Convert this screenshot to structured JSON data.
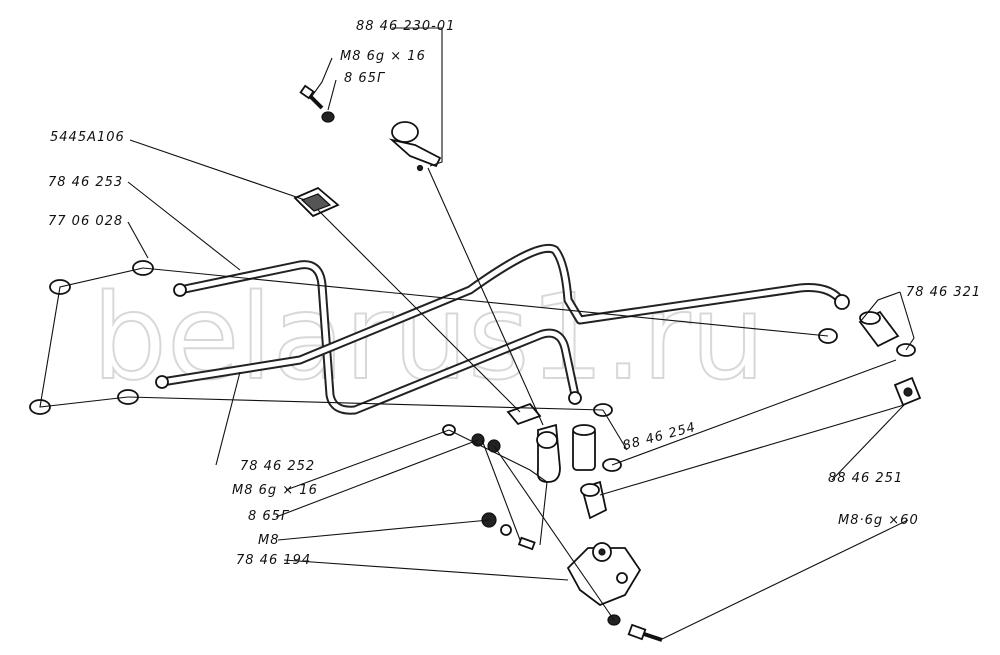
{
  "watermark": "belarus1.ru",
  "labels": {
    "p_8846230_01": "88 46 230-01",
    "p_m8_16_top": "M8 6g × 16",
    "p_865g_top": "8 65Г",
    "p_5445a106": "5445А106",
    "p_7846253": "78 46 253",
    "p_7706028": "77 06 028",
    "p_7846321": "78 46 321",
    "p_8846254": "88 46 254",
    "p_8846251": "88 46 251",
    "p_m8_60": "M8·6g ×60",
    "p_7846252": "78 46 252",
    "p_m8_16_bot": "M8 6g × 16",
    "p_865g_bot": "8 65Г",
    "p_m8": "M8",
    "p_7846194": "78 46 194"
  }
}
